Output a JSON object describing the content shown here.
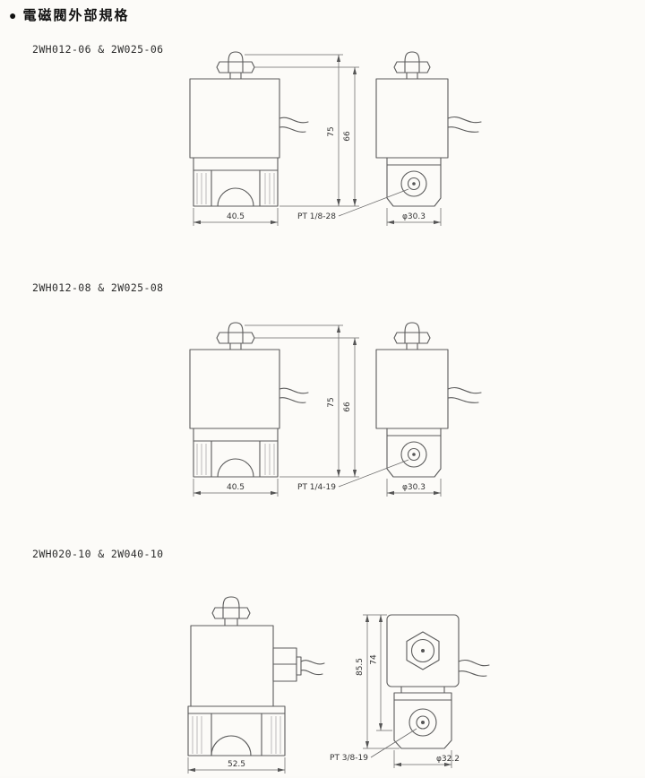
{
  "page": {
    "bullet": "●",
    "title": "電磁閥外部規格"
  },
  "sections": [
    {
      "model": "2WH012-06 & 2W025-06",
      "dims": {
        "height_total": "75",
        "height_coil": "66",
        "width": "40.5",
        "port": "PT 1/8-28",
        "diameter": "φ30.3"
      }
    },
    {
      "model": "2WH012-08 & 2W025-08",
      "dims": {
        "height_total": "75",
        "height_coil": "66",
        "width": "40.5",
        "port": "PT 1/4-19",
        "diameter": "φ30.3"
      }
    },
    {
      "model": "2WH020-10 & 2W040-10",
      "dims": {
        "height_total": "85.5",
        "height_coil": "74",
        "width": "52.5",
        "port": "PT 3/8-19",
        "diameter": "φ32.2"
      }
    }
  ]
}
